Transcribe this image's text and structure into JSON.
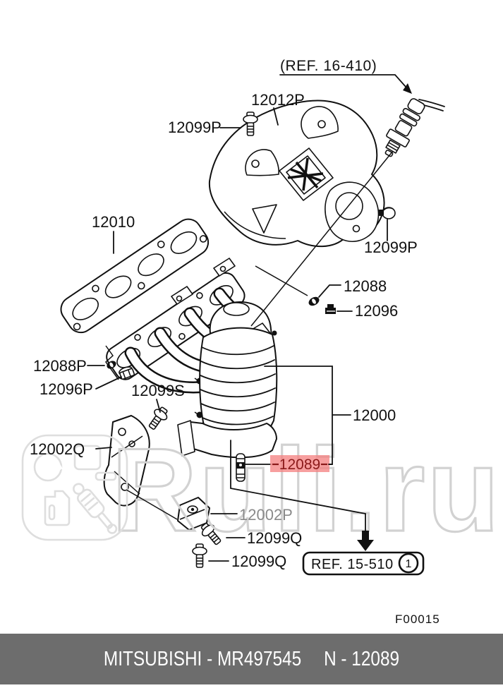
{
  "diagram": {
    "watermark_text": "Ruli.ru",
    "figure_code": "F00015",
    "ref_top": "(REF. 16-410)",
    "ref_bottom": "REF. 15-510",
    "ref_bottom_badge": "1",
    "labels": {
      "p12012p": "12012P",
      "p12099p_top": "12099P",
      "p12010": "12010",
      "p12099p_right": "12099P",
      "p12088": "12088",
      "p12096": "12096",
      "p12088p": "12088P",
      "p12096p": "12096P",
      "p12099s": "12099S",
      "p12002q": "12002Q",
      "p12000": "12000",
      "p12002p": "12002P",
      "p12099q_upper": "12099Q",
      "p12099q_lower": "12099Q"
    },
    "highlighted_part": {
      "number": "12089",
      "highlight_bg": "#f47f7f",
      "text_color": "#8b1a1a"
    }
  },
  "footer": {
    "left": "MITSUBISHI - MR497545",
    "right": "N - 12089",
    "bg_color": "#6d6d6d",
    "text_color": "#ffffff"
  }
}
